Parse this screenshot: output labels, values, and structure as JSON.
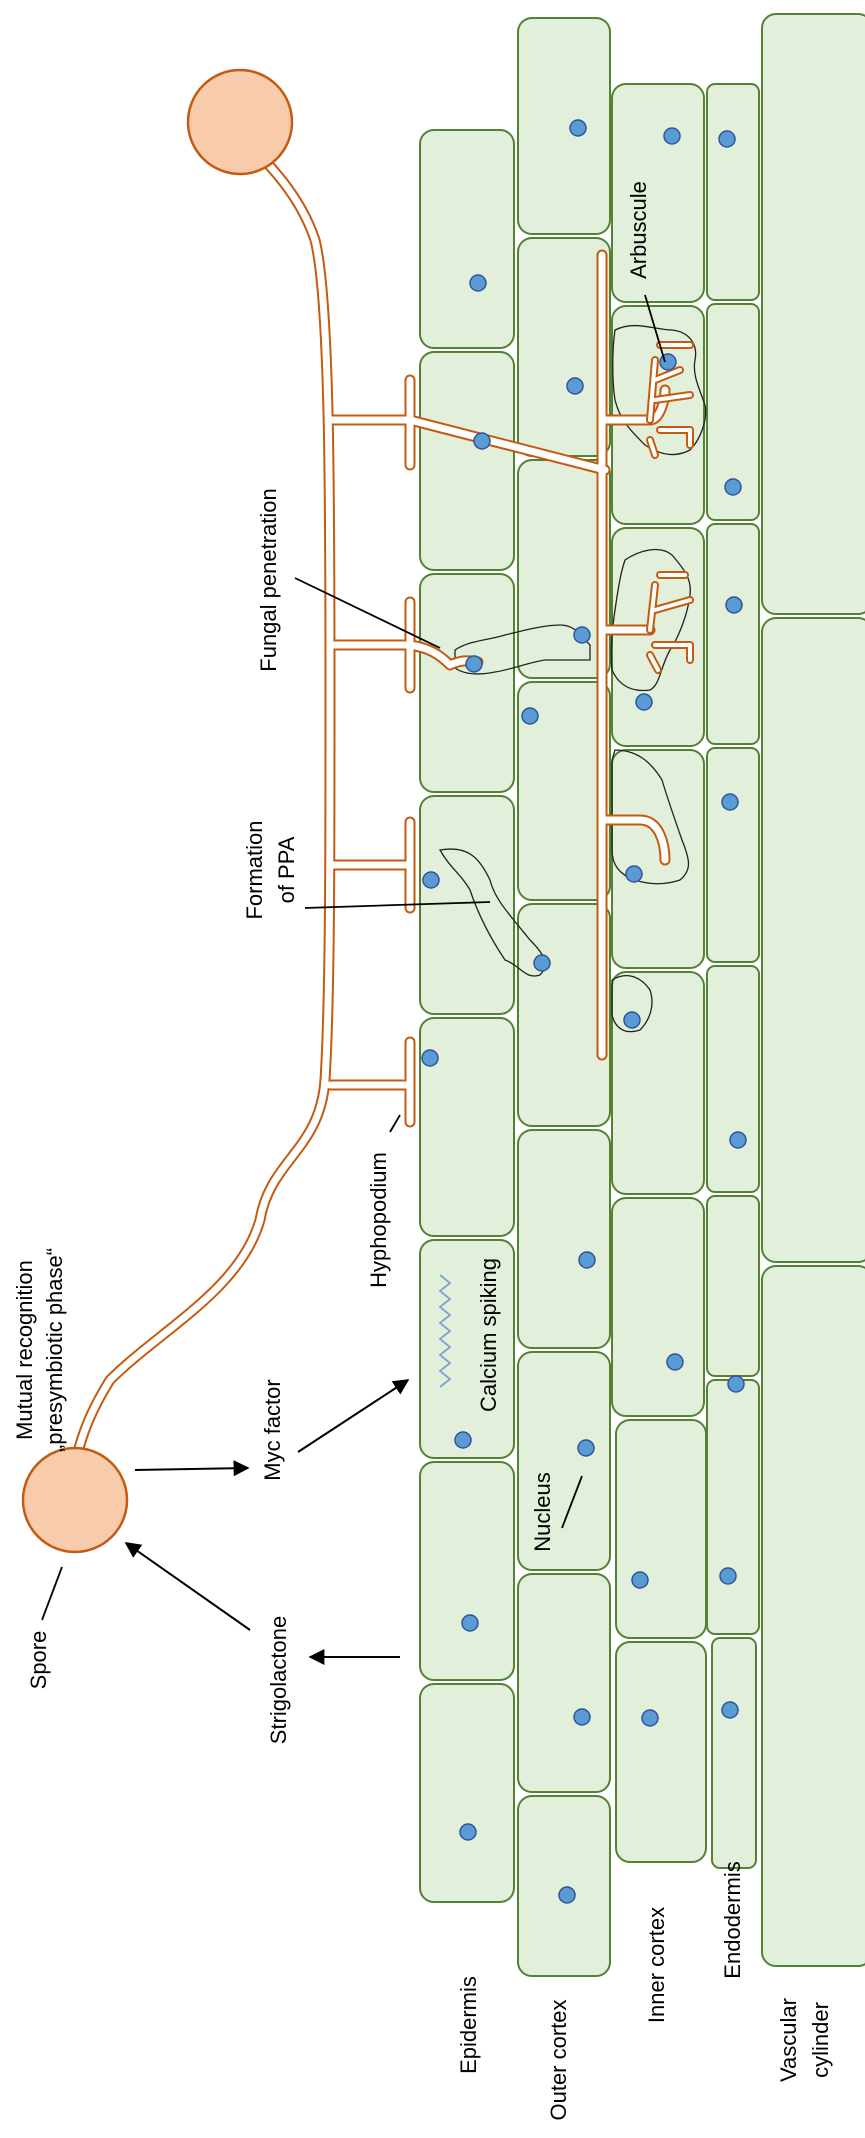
{
  "labels": {
    "mutual_recognition_line1": "Mutual recognition",
    "mutual_recognition_line2": "„presymbiotic phase“",
    "spore": "Spore",
    "strigolactone": "Strigolactone",
    "myc_factor": "Myc factor",
    "hyphopodium": "Hyphopodium",
    "calcium_spiking": "Calcium spiking",
    "nucleus": "Nucleus",
    "formation_ppa_line1": "Formation",
    "formation_ppa_line2": "of PPA",
    "fungal_penetration": "Fungal penetration",
    "arbuscule": "Arbuscule"
  },
  "tissue_layers": {
    "epidermis": "Epidermis",
    "outer_cortex": "Outer cortex",
    "inner_cortex": "Inner cortex",
    "endodermis": "Endodermis",
    "vascular_line1": "Vascular",
    "vascular_line2": "cylinder"
  },
  "colors": {
    "cell_fill": "#e2efda",
    "cell_stroke": "#548235",
    "nucleus": "#5b9bd5",
    "fungus": "#c55a11",
    "spore_fill": "#f8cbad"
  }
}
